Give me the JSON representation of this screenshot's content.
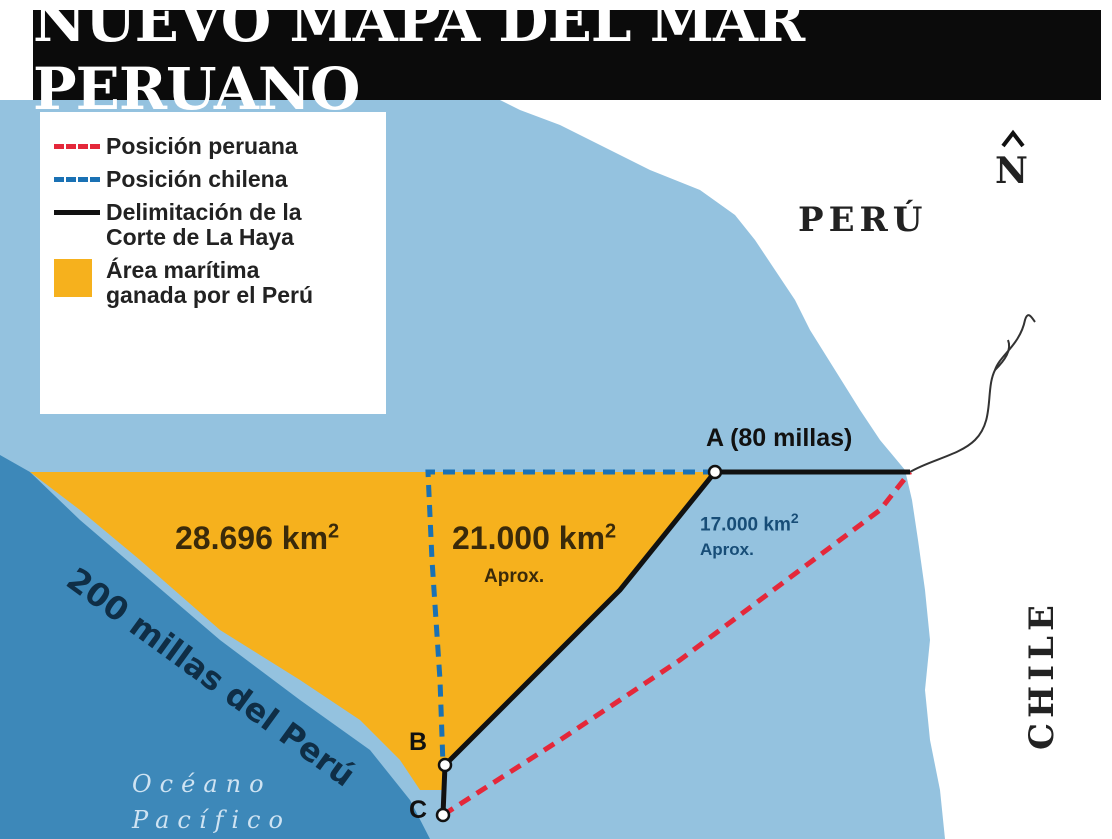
{
  "title": "NUEVO MAPA DEL MAR PERUANO",
  "legend": {
    "peru_position": "Posición peruana",
    "chile_position": "Posición chilena",
    "court_line": "Delimitación de la\nCorte de La Haya",
    "gained_area": "Área marítima\nganada por el Perú"
  },
  "map": {
    "north": "N",
    "peru": "PERÚ",
    "chile": "CHILE",
    "ocean_line1": "Océano",
    "ocean_line2": "Pacífico",
    "band_label": "200 millas del Perú",
    "area1": "28.696 km",
    "area1_sup": "2",
    "area2": "21.000 km",
    "area2_sup": "2",
    "area2_note": "Aprox.",
    "area3": "17.000 km",
    "area3_sup": "2",
    "area3_note": "Aprox.",
    "point_a": "A (80 millas)",
    "point_b": "B",
    "point_c": "C"
  },
  "colors": {
    "sea_light": "#94c2df",
    "sea_dark": "#3d88b9",
    "land": "#ffffff",
    "gained": "#f6b11d",
    "peru_line": "#e4283a",
    "chile_line": "#1a71b4",
    "court_line": "#111111"
  }
}
